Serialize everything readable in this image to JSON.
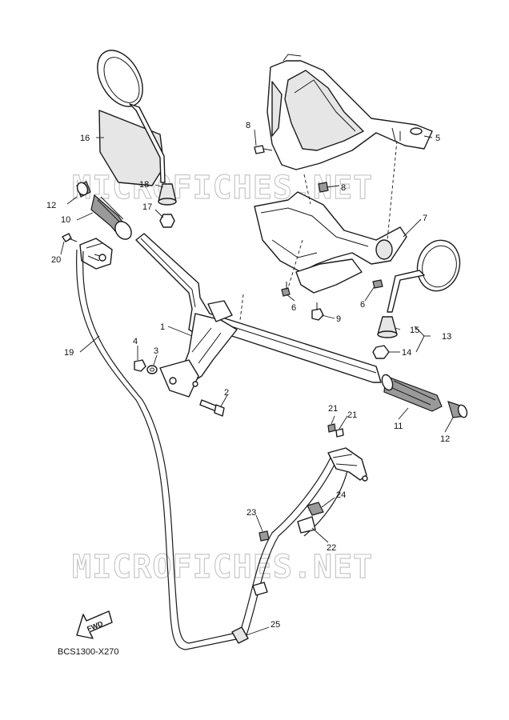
{
  "watermark": "MICROFICHES.NET",
  "diagram_code": "BCS1300-X270",
  "fwd_label": "FWD",
  "callouts": {
    "c1": "1",
    "c2": "2",
    "c3": "3",
    "c4": "4",
    "c5": "5",
    "c6a": "6",
    "c6b": "6",
    "c7": "7",
    "c8a": "8",
    "c8b": "8",
    "c9": "9",
    "c10": "10",
    "c11": "11",
    "c12a": "12",
    "c12b": "12",
    "c13": "13",
    "c14": "14",
    "c15": "15",
    "c16": "16",
    "c17": "17",
    "c18": "18",
    "c19": "19",
    "c20": "20",
    "c21a": "21",
    "c21b": "21",
    "c22": "22",
    "c23": "23",
    "c24": "24",
    "c25": "25"
  }
}
